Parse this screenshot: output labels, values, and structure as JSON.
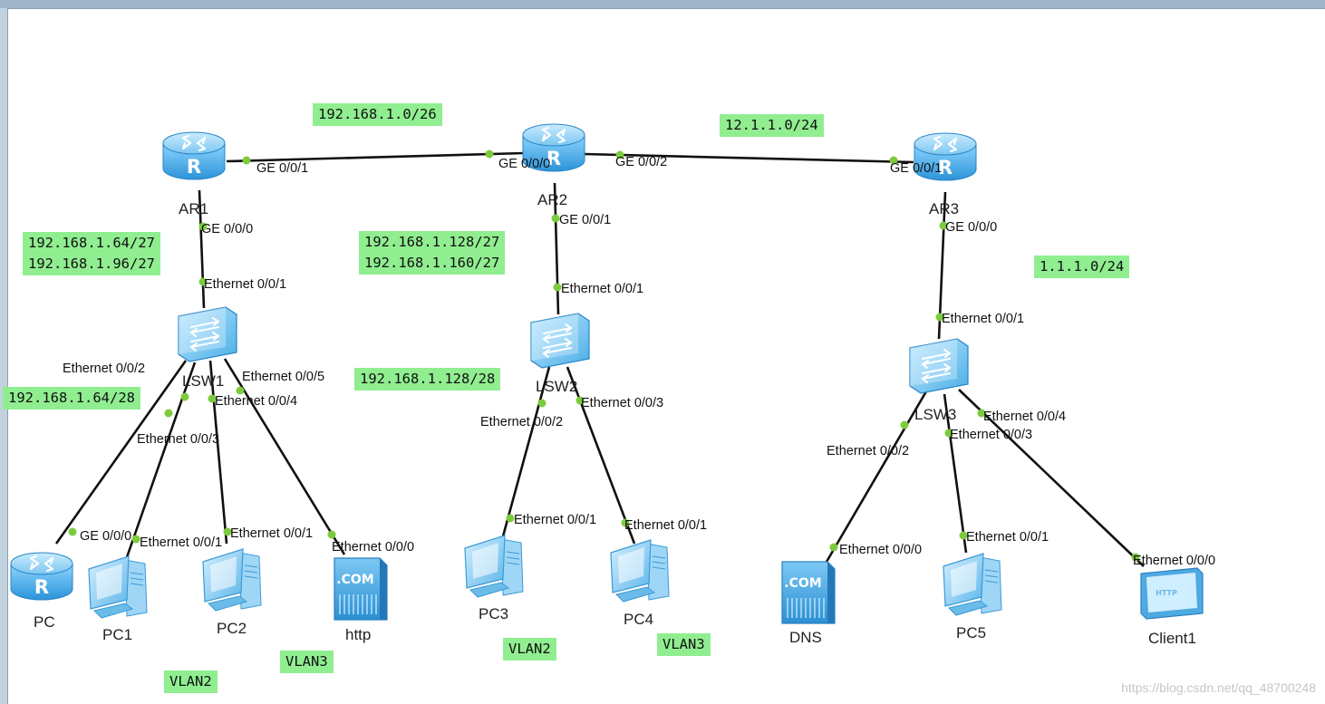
{
  "devices": {
    "ar1": "AR1",
    "ar2": "AR2",
    "ar3": "AR3",
    "lsw1": "LSW1",
    "lsw2": "LSW2",
    "lsw3": "LSW3",
    "pc": "PC",
    "pc1": "PC1",
    "pc2": "PC2",
    "http": "http",
    "pc3": "PC3",
    "pc4": "PC4",
    "dns": "DNS",
    "pc5": "PC5",
    "client1": "Client1"
  },
  "icon_text": {
    "com": ".COM",
    "http_screen": "HTTP",
    "router": "R"
  },
  "ports": {
    "ar1_g001": "GE 0/0/1",
    "ar1_g000": "GE 0/0/0",
    "ar2_g000": "GE 0/0/0",
    "ar2_g002": "GE 0/0/2",
    "ar2_g001": "GE 0/0/1",
    "ar3_g001": "GE 0/0/1",
    "ar3_g000": "GE 0/0/0",
    "lsw1_e1": "Ethernet 0/0/1",
    "lsw1_e2": "Ethernet 0/0/2",
    "lsw1_e3": "Ethernet 0/0/3",
    "lsw1_e4": "Ethernet 0/0/4",
    "lsw1_e5": "Ethernet 0/0/5",
    "pc_g000": "GE 0/0/0",
    "pc1_e1": "Ethernet 0/0/1",
    "pc2_e1": "Ethernet 0/0/1",
    "http_e0": "Ethernet 0/0/0",
    "lsw2_e1": "Ethernet 0/0/1",
    "lsw2_e2": "Ethernet 0/0/2",
    "lsw2_e3": "Ethernet 0/0/3",
    "pc3_e1": "Ethernet 0/0/1",
    "pc4_e1": "Ethernet 0/0/1",
    "lsw3_e1": "Ethernet 0/0/1",
    "lsw3_e2": "Ethernet 0/0/2",
    "lsw3_e3": "Ethernet 0/0/3",
    "lsw3_e4": "Ethernet 0/0/4",
    "dns_e0": "Ethernet 0/0/0",
    "pc5_e1": "Ethernet 0/0/1",
    "client1_e0": "Ethernet 0/0/0"
  },
  "tags": {
    "ar1_ar2_net": "192.168.1.0/26",
    "ar2_ar3_net": "12.1.1.0/24",
    "ar1_lan_nets": "192.168.1.64/27\n192.168.1.96/27",
    "ar2_lan_nets": "192.168.1.128/27\n192.168.1.160/27",
    "ar3_lan_net": "1.1.1.0/24",
    "lsw1_net": "192.168.1.64/28",
    "lsw2_net": "192.168.1.128/28",
    "vlan2_a": "VLAN2",
    "vlan3_a": "VLAN3",
    "vlan2_b": "VLAN2",
    "vlan3_b": "VLAN3"
  },
  "watermark": "https://blog.csdn.net/qq_48700248",
  "colors": {
    "tag_bg": "#90ee90",
    "port_dot": "#7ccb3c",
    "device_blue": "#4fb3e8",
    "link": "#111111"
  }
}
